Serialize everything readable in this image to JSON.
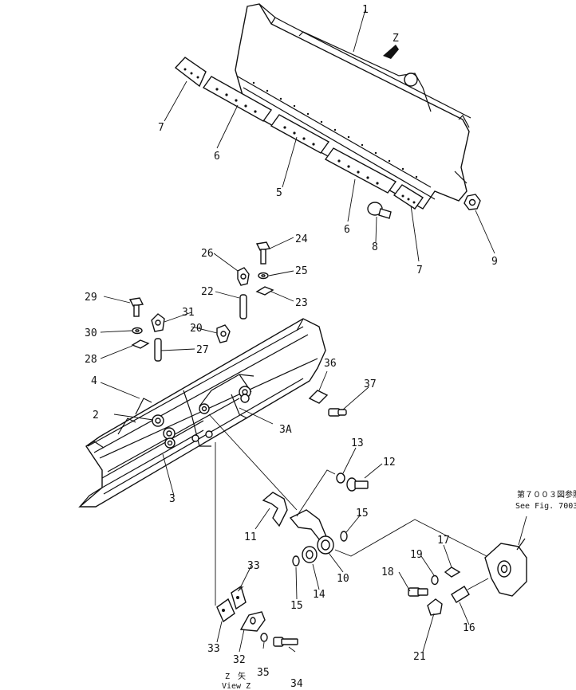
{
  "view_marker": "Z",
  "parts": [
    {
      "id": "p1",
      "number": "1"
    },
    {
      "id": "p2",
      "number": "2"
    },
    {
      "id": "p3",
      "number": "3"
    },
    {
      "id": "p3a",
      "number": "3A"
    },
    {
      "id": "p4",
      "number": "4"
    },
    {
      "id": "p5",
      "number": "5"
    },
    {
      "id": "p6a",
      "number": "6"
    },
    {
      "id": "p6b",
      "number": "6"
    },
    {
      "id": "p7a",
      "number": "7"
    },
    {
      "id": "p7b",
      "number": "7"
    },
    {
      "id": "p8",
      "number": "8"
    },
    {
      "id": "p9",
      "number": "9"
    },
    {
      "id": "p10",
      "number": "10"
    },
    {
      "id": "p11",
      "number": "11"
    },
    {
      "id": "p12",
      "number": "12"
    },
    {
      "id": "p13",
      "number": "13"
    },
    {
      "id": "p14",
      "number": "14"
    },
    {
      "id": "p15a",
      "number": "15"
    },
    {
      "id": "p15b",
      "number": "15"
    },
    {
      "id": "p16",
      "number": "16"
    },
    {
      "id": "p17",
      "number": "17"
    },
    {
      "id": "p18",
      "number": "18"
    },
    {
      "id": "p19",
      "number": "19"
    },
    {
      "id": "p20",
      "number": "20"
    },
    {
      "id": "p21",
      "number": "21"
    },
    {
      "id": "p22",
      "number": "22"
    },
    {
      "id": "p23",
      "number": "23"
    },
    {
      "id": "p24",
      "number": "24"
    },
    {
      "id": "p25",
      "number": "25"
    },
    {
      "id": "p26",
      "number": "26"
    },
    {
      "id": "p27",
      "number": "27"
    },
    {
      "id": "p28",
      "number": "28"
    },
    {
      "id": "p29",
      "number": "29"
    },
    {
      "id": "p30",
      "number": "30"
    },
    {
      "id": "p31",
      "number": "31"
    },
    {
      "id": "p32",
      "number": "32"
    },
    {
      "id": "p33a",
      "number": "33"
    },
    {
      "id": "p33b",
      "number": "33"
    },
    {
      "id": "p34",
      "number": "34"
    },
    {
      "id": "p35",
      "number": "35"
    },
    {
      "id": "p36",
      "number": "36"
    },
    {
      "id": "p37",
      "number": "37"
    }
  ],
  "reference": {
    "jp_line": "第７００３図参照",
    "en_line": "See Fig. 7003"
  },
  "view_caption": {
    "line1": "Z　矢",
    "line2": "View Z"
  }
}
